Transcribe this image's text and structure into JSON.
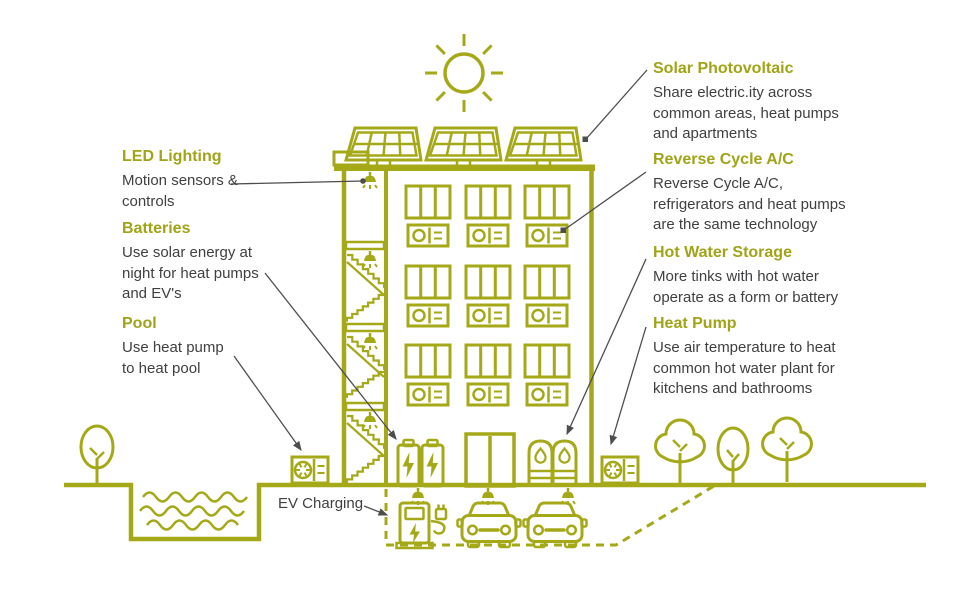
{
  "colors": {
    "accent_olive": "#a5a918",
    "heading_text": "#a0a416",
    "body_text": "#3f3f41",
    "leader_line": "#4d4d4d",
    "background": "#ffffff"
  },
  "callouts": {
    "led_lighting": {
      "title": "LED Lighting",
      "body": "Motion sensors &\ncontrols"
    },
    "batteries": {
      "title": "Batteries",
      "body": "Use solar energy at\nnight for heat pumps\nand EV's"
    },
    "pool": {
      "title": "Pool",
      "body": "Use heat pump\nto heat pool"
    },
    "solar_photovoltaic": {
      "title": "Solar Photovoltaic",
      "body": "Share electric.ity across\ncommon areas, heat pumps\nand apartments"
    },
    "reverse_cycle_ac": {
      "title": "Reverse Cycle A/C",
      "body": "Reverse Cycle A/C,\nrefrigerators and heat pumps\nare the same technology"
    },
    "hot_water_storage": {
      "title": "Hot Water Storage",
      "body": "More tinks with hot water\noperate as a form or battery"
    },
    "heat_pump": {
      "title": "Heat Pump",
      "body": "Use air temperature to heat\ncommon hot water plant for\nkitchens and bathrooms"
    },
    "ev_charging": {
      "title": "EV Charging"
    }
  },
  "icons": {
    "sun": "sun-icon",
    "solar_panel": "solar-panel-icon",
    "ceiling_light": "ceiling-light-icon",
    "window": "window-icon",
    "ac_unit": "ac-unit-icon",
    "stairs": "stairs-icon",
    "battery": "battery-icon",
    "elevator": "elevator-doors-icon",
    "hot_water_tank": "water-tank-icon",
    "heat_pump": "heat-pump-icon",
    "ev_charger": "ev-charger-icon",
    "car": "car-icon",
    "tree": "tree-icon",
    "pool_water": "water-waves-icon"
  }
}
